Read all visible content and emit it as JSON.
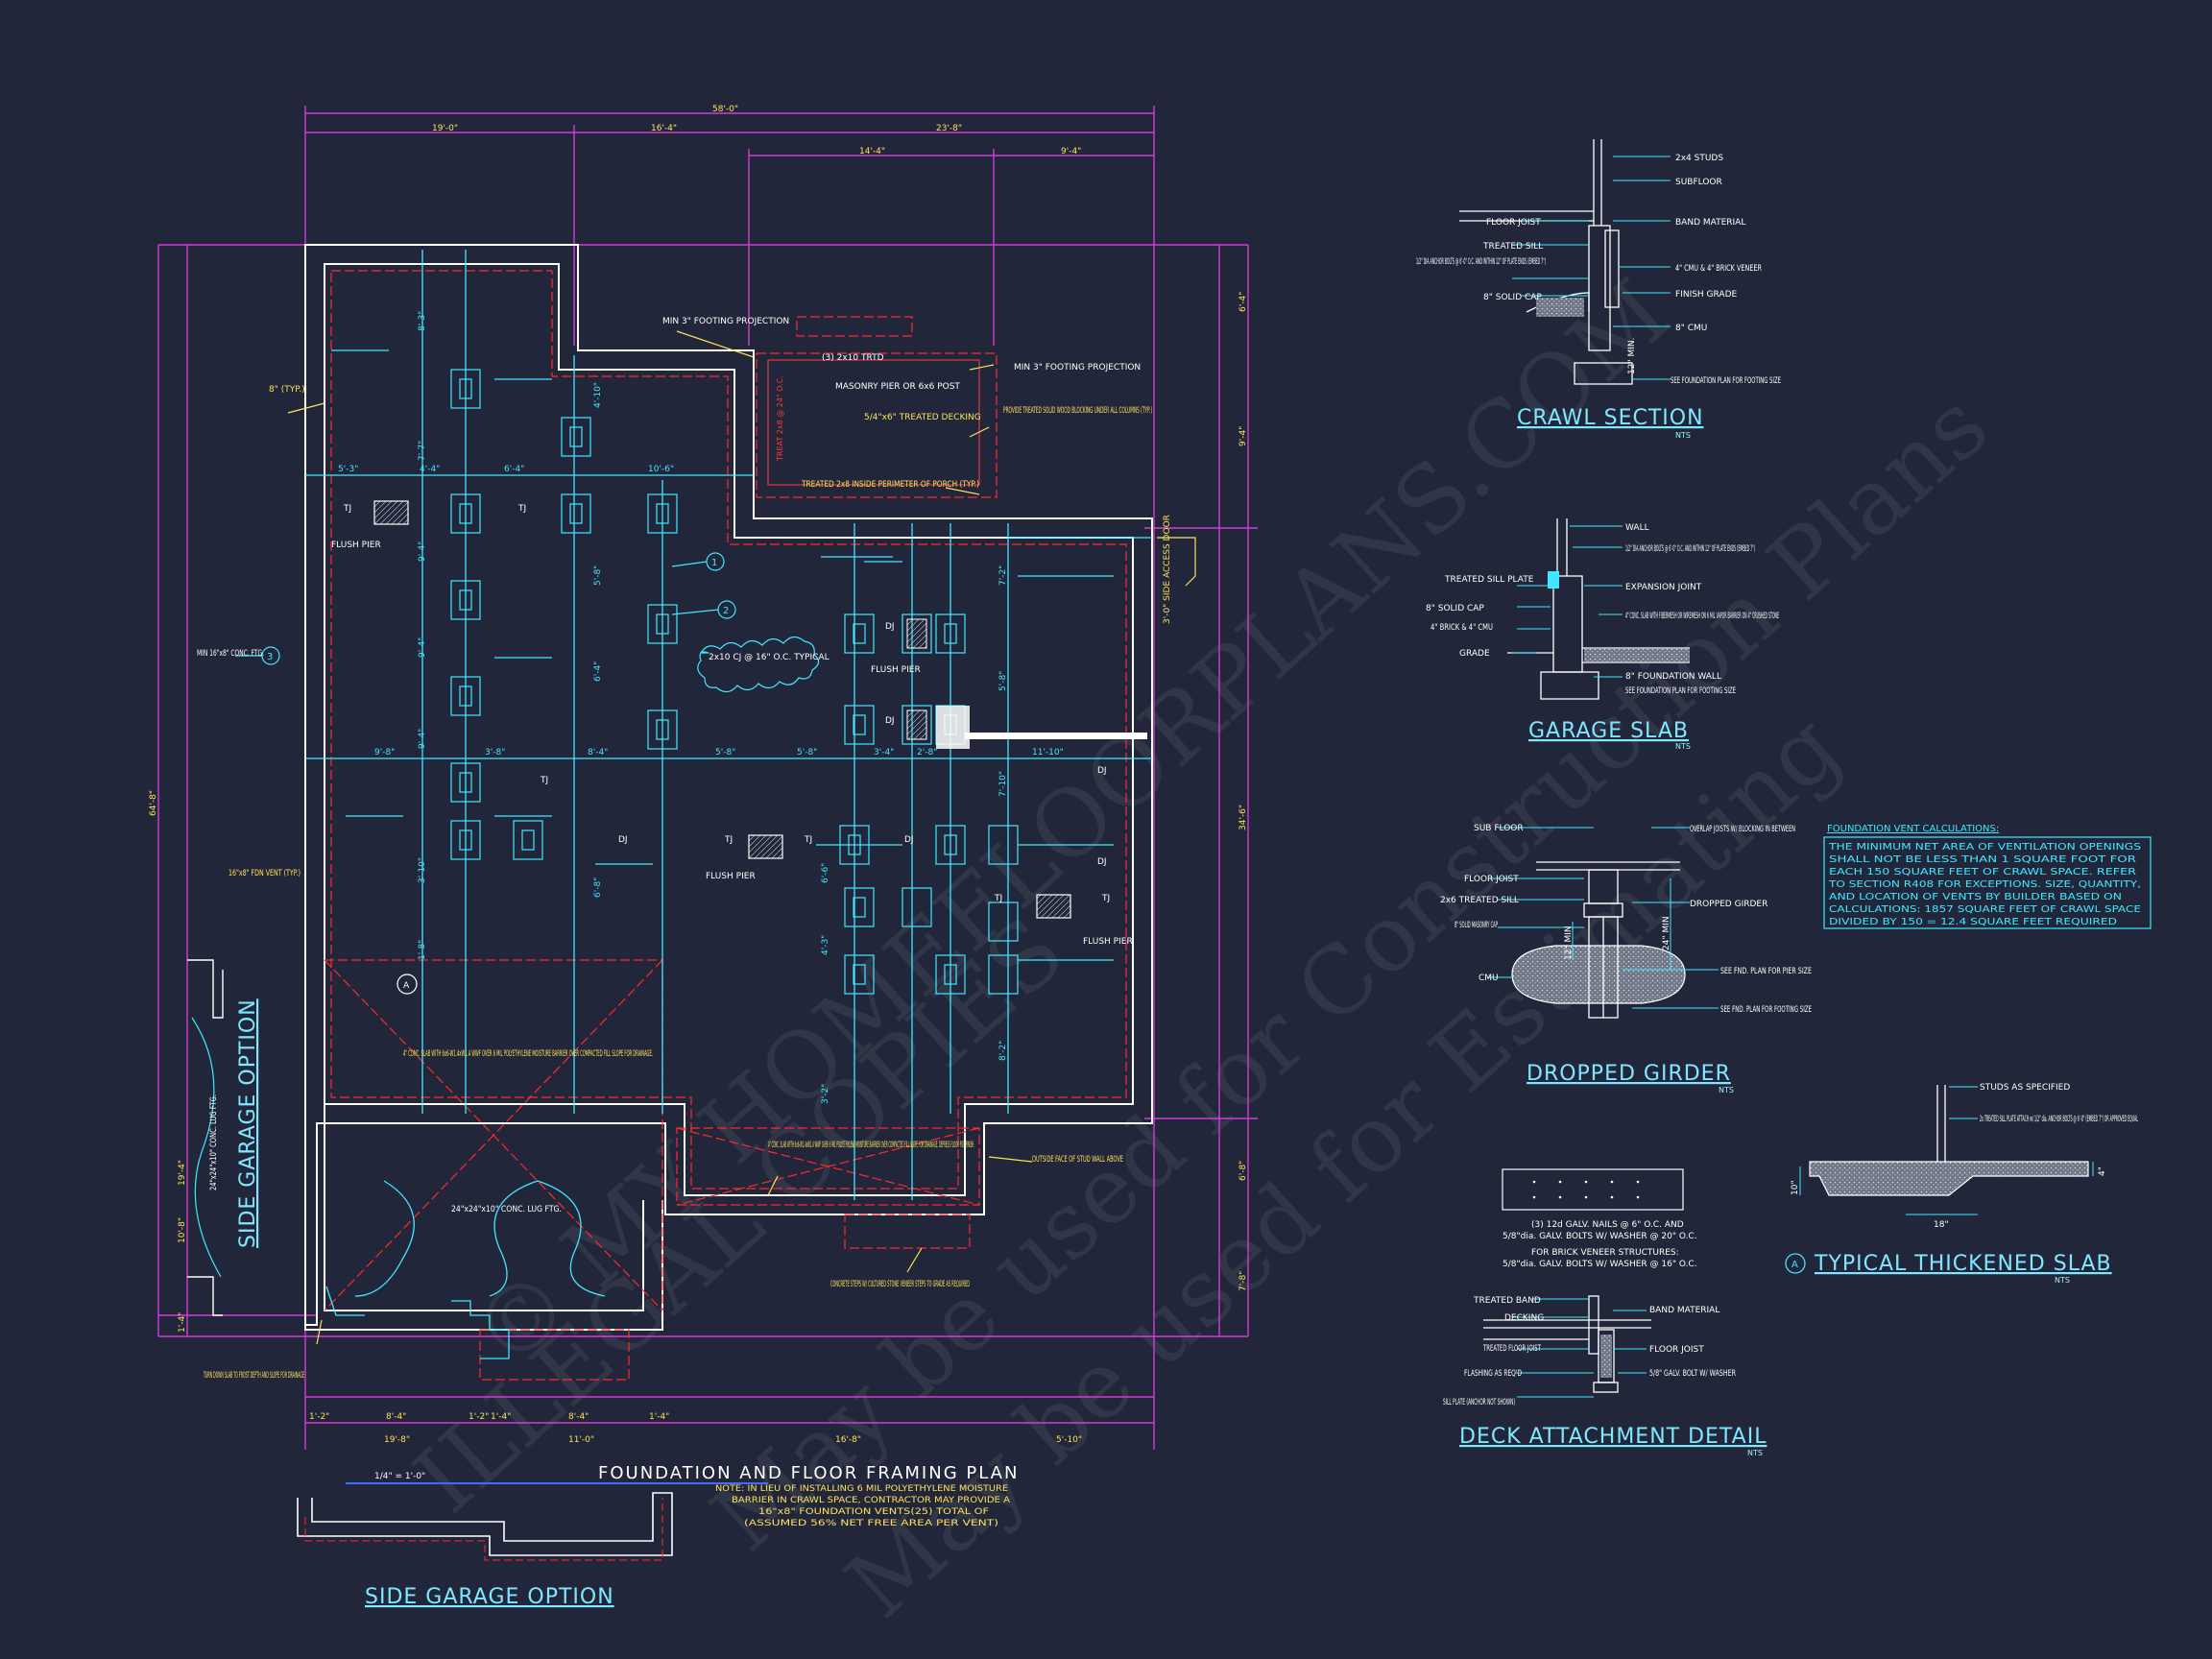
{
  "main_plan": {
    "title": "FOUNDATION AND FLOOR FRAMING PLAN",
    "scale": "1/4\" = 1'-0\"",
    "note": "NOTE: IN LIEU OF INSTALLING 6 MIL POLYETHYLENE MOISTURE BARRIER IN CRAWL SPACE, CONTRACTOR MAY PROVIDE A 16\"x8\" FOUNDATION VENTS(25) TOTAL OF (ASSUMED 56% NET FREE AREA PER VENT)",
    "note_lines": [
      "NOTE: IN LIEU OF INSTALLING 6 MIL POLYETHYLENE MOISTURE",
      "BARRIER IN CRAWL SPACE, CONTRACTOR MAY PROVIDE A",
      "16\"x8\" FOUNDATION VENTS(25) TOTAL OF",
      "(ASSUMED 56% NET FREE AREA PER VENT)"
    ],
    "dims_top": [
      "58'-0\"",
      "19'-0\"",
      "16'-4\"",
      "23'-8\"",
      "14'-4\"",
      "9'-4\""
    ],
    "dims_bottom": [
      "1'-2\"",
      "8'-4\"",
      "1'-2\"",
      "1'-4\"",
      "8'-4\"",
      "1'-4\"",
      "19'-8\"",
      "11'-0\"",
      "16'-8\"",
      "5'-10\""
    ],
    "dims_left": [
      "64'-8\"",
      "19'-4\"",
      "10'-8\"",
      "1'-4\""
    ],
    "dims_right": [
      "6'-4\"",
      "9'-4\"",
      "34'-6\"",
      "6'-8\"",
      "7'-8\""
    ],
    "dims_row1": [
      "5'-3\"",
      "4'-4\"",
      "6'-4\"",
      "10'-6\""
    ],
    "dims_row2": [
      "9'-8\"",
      "3'-8\"",
      "8'-4\"",
      "5'-8\"",
      "5'-8\"",
      "3'-4\"",
      "2'-8\"",
      "11'-10\""
    ],
    "dims_vert": [
      "8'-3\"",
      "7'-7\"",
      "9'-4\"",
      "9'-4\"",
      "9'-4\"",
      "3'-10\"",
      "4'-10\"",
      "5'-8\"",
      "6'-4\"",
      "6'-8\"",
      "7'-2\"",
      "5'-8\"",
      "7'-10\"",
      "8'-2\"",
      "4'-3\"",
      "6'-6\"",
      "3'-2\"",
      "1'-8\""
    ],
    "labels": {
      "min_footing_1": "MIN 3\" FOOTING PROJECTION",
      "min_footing_2": "MIN 3\" FOOTING PROJECTION",
      "trtd": "(3) 2x10 TRTD",
      "masonry_pier": "MASONRY PIER OR 6x6 POST",
      "decking": "5/4\"x6\" TREATED DECKING",
      "blocking": "PROVIDE TREATED SOLID WOOD BLOCKING UNDER ALL COLUMNS (TYP.)",
      "perimeter": "TREATED 2x8 INSIDE PERIMETER OF PORCH (TYP.)",
      "typ8": "8\" (TYP.)",
      "flush_pier": "FLUSH PIER",
      "joist_cloud": "2x10 CJ @ 16\" O.C. TYPICAL",
      "min_conc": "MIN 16\"x8\" CONC. FTG.",
      "fdn_vent": "16\"x8\" FDN VENT (TYP.)",
      "access_door": "3'-0\" SIDE ACCESS DOOR",
      "garage_slab": "4\" CONC. SLAB WITH 6x6-W1.4xW1.4 WWF OVER 6 MIL POLYETHYLENE MOISTURE BARRIER OVER COMPACTED FILL SLOPE FOR DRAINAGE.",
      "porch_slab": "4\" CONC. SLAB WITH 6x6-W1.4xW1.4 WWF OVER 6 MIL POLYETHYLENE MOISTURE BARRIER OVER COMPACTED FILL SLOPE FOR DRAINAGE. DEPRESS FLOOR FOR FINISH.",
      "lug_ftg": "24\"x24\"x10\" CONC. LUG FTG.",
      "outside_face": "OUTSIDE FACE OF STUD WALL ABOVE",
      "concrete_steps": "CONCRETE STEPS W/ CULTURED STONE VENEER STEPS TO GRADE AS REQUIRED",
      "turn_down": "TURN DOWN SLAB TO FROST DEPTH AND SLOPE FOR DRAINAGE",
      "side_garage_vert": "SIDE GARAGE OPTION",
      "lug_ftg_vert": "24\"x24\"x10\" CONC. LUG FTG.",
      "tj": "TJ",
      "dj": "DJ",
      "section_a": "A",
      "ref1": "1",
      "ref2": "2",
      "ref3": "3",
      "red_note": "TREAT 2x8 @ 24\" O.C."
    }
  },
  "side_garage": {
    "title": "SIDE GARAGE OPTION"
  },
  "crawl_section": {
    "title": "CRAWL SECTION",
    "nts": "NTS",
    "labels_right": [
      "2x4 STUDS",
      "SUBFLOOR",
      "BAND MATERIAL",
      "4\" CMU & 4\" BRICK VENEER",
      "FINISH GRADE",
      "8\" CMU",
      "SEE FOUNDATION PLAN FOR FOOTING SIZE"
    ],
    "labels_left": [
      "FLOOR JOIST",
      "TREATED SILL",
      "1/2\" DIA ANCHOR BOLTS @ 6'-0\" O.C. AND WITHIN 12\" OF PLATE ENDS (EMBED 7\")",
      "8\" SOLID CAP"
    ],
    "min_dim": "12\" MIN."
  },
  "garage_slab": {
    "title": "GARAGE SLAB",
    "nts": "NTS",
    "labels_right": [
      "WALL",
      "1/2\" DIA ANCHOR BOLTS @ 6'-0\" O.C. AND WITHIN 12\" OF PLATE ENDS (EMBED 7\")",
      "EXPANSION JOINT",
      "4\" CONC. SLAB WITH FIBERMESH OR WIREMESH ON 6 MIL VAPOR BARRIER ON 4\" CRUSHED STONE",
      "8\" FOUNDATION WALL",
      "SEE FOUNDATION PLAN FOR FOOTING SIZE"
    ],
    "labels_left": [
      "TREATED SILL PLATE",
      "8\" SOLID CAP",
      "4\" BRICK & 4\" CMU",
      "GRADE"
    ]
  },
  "vent_calc": {
    "title": "FOUNDATION VENT CALCULATIONS:",
    "lines": [
      "THE MINIMUM NET AREA OF VENTILATION OPENINGS",
      "SHALL NOT BE LESS THAN 1 SQUARE FOOT FOR",
      "EACH 150 SQUARE FEET OF CRAWL SPACE. REFER",
      "TO SECTION R408 FOR EXCEPTIONS. SIZE, QUANTITY,",
      "AND LOCATION OF VENTS BY BUILDER BASED ON",
      "CALCULATIONS: 1857 SQUARE FEET OF CRAWL SPACE",
      "DIVIDED BY 150 = 12.4 SQUARE FEET REQUIRED"
    ]
  },
  "dropped_girder": {
    "title": "DROPPED GIRDER",
    "nts": "NTS",
    "labels_left": [
      "SUB FLOOR",
      "FLOOR JOIST",
      "2x6 TREATED SILL",
      "8\" SOLID MASONRY CAP",
      "CMU"
    ],
    "labels_right": [
      "OVERLAP JOISTS W/ BLOCKING IN BETWEEN",
      "DROPPED GIRDER",
      "SEE FND. PLAN FOR PIER SIZE",
      "SEE FND. PLAN FOR FOOTING SIZE"
    ],
    "dims": [
      "12\" MIN",
      "24\" MIN"
    ]
  },
  "thickened_slab": {
    "marker": "A",
    "title": "TYPICAL THICKENED SLAB",
    "nts": "NTS",
    "labels": [
      "STUDS AS SPECIFIED",
      "2x TREATED SILL PLATE ATTACH w/ 1/2\" dia. ANCHOR BOLTS @ 6'-0\" (EMBED 7\") OR APPROVED EQUAL"
    ],
    "dims": [
      "18\"",
      "4\"",
      "10\""
    ]
  },
  "deck_attachment": {
    "title": "DECK ATTACHMENT DETAIL",
    "nts": "NTS",
    "nailing_lines": [
      "(3) 12d GALV. NAILS @ 6\" O.C. AND",
      "5/8\"dia. GALV. BOLTS W/ WASHER @ 20\" O.C.",
      "FOR BRICK VENEER STRUCTURES:",
      "5/8\"dia. GALV. BOLTS W/ WASHER @ 16\" O.C."
    ],
    "labels_left": [
      "TREATED BAND",
      "DECKING",
      "TREATED FLOOR JOIST",
      "FLASHING AS REQ'D",
      "SILL PLATE (ANCHOR NOT SHOWN)"
    ],
    "labels_right": [
      "BAND MATERIAL",
      "FLOOR JOIST",
      "5/8\" GALV. BOLT W/ WASHER"
    ]
  },
  "watermark": [
    "© MY HOMEFLOORPLANS.COM",
    "ILLEGAL COPIES",
    "May be used for Construction Plans",
    "May be used for Estimating"
  ]
}
